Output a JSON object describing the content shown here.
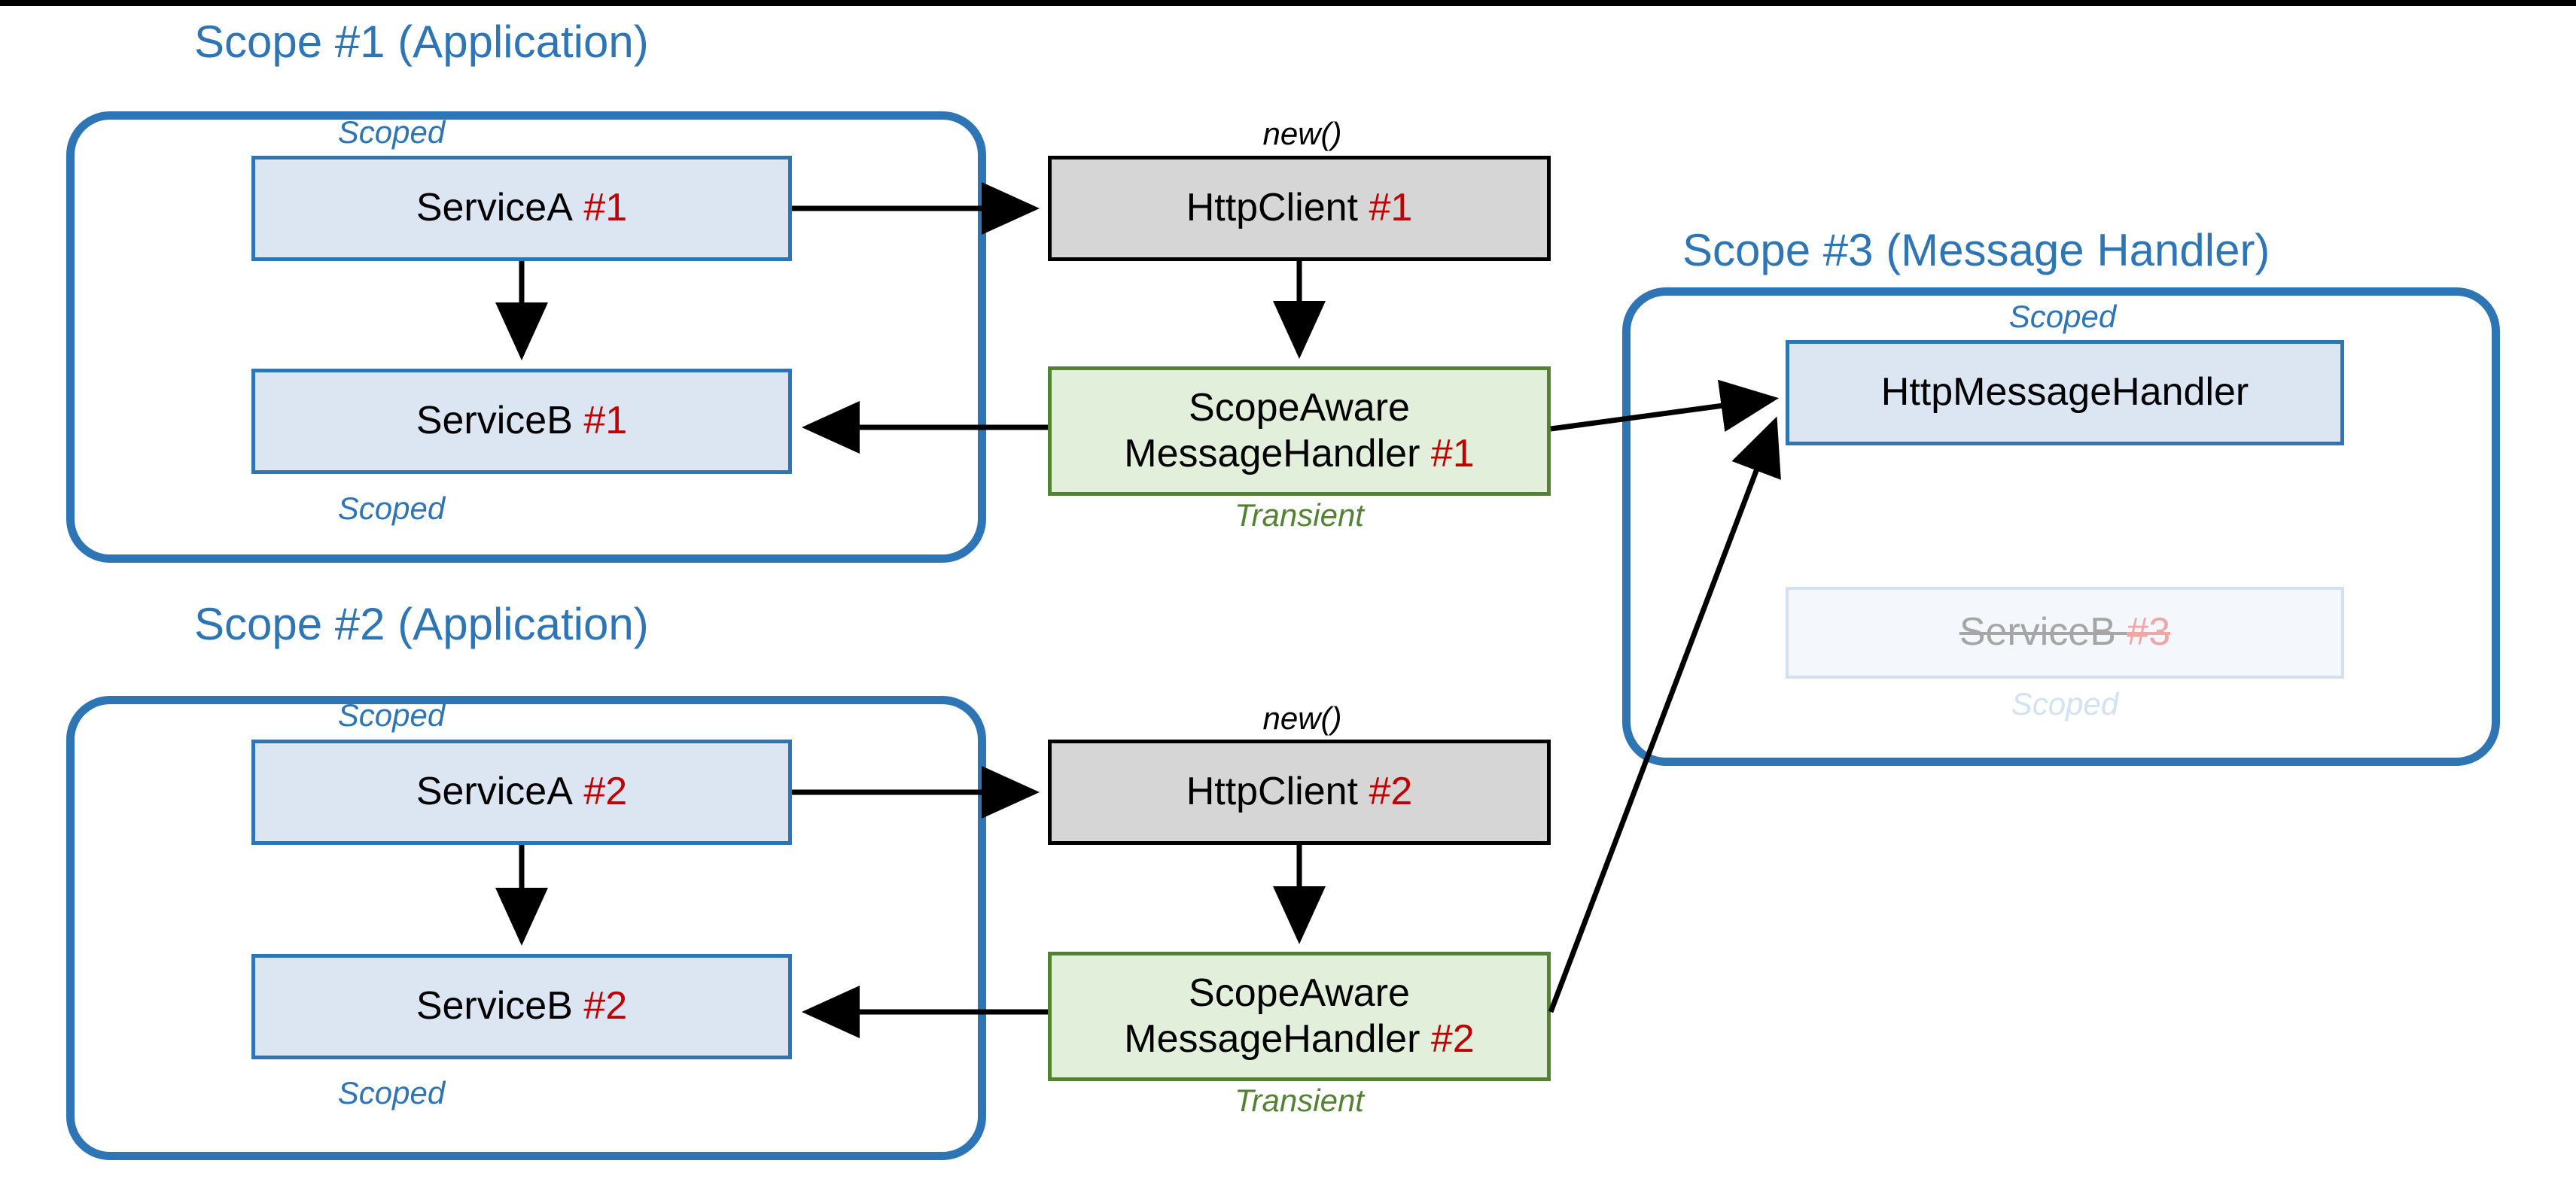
{
  "diagram": {
    "title": "HttpClient / ScopeAwareMessageHandler dependency injection scope diagram",
    "colors": {
      "scope_border": "#2E75B6",
      "scope_title": "#2E75B6",
      "service_fill": "#DCE6F3",
      "service_border": "#2E75B6",
      "httpclient_fill": "#D6D6D6",
      "httpclient_border": "#000000",
      "handler_fill": "#E2EFDA",
      "handler_border": "#548235",
      "index_red": "#C00000",
      "transient_green": "#548235",
      "ghost_gray": "#A6A6A6",
      "ghost_red": "#F0A6A6",
      "arrow": "#000000"
    },
    "scopes": [
      {
        "id": "scope1",
        "title": "Scope #1 (Application)"
      },
      {
        "id": "scope2",
        "title": "Scope #2 (Application)"
      },
      {
        "id": "scope3",
        "title": "Scope #3 (Message Handler)"
      }
    ],
    "nodes": [
      {
        "id": "serviceA1",
        "label": "ServiceA",
        "index": "#1",
        "lifetime": "Scoped",
        "lifetime_position": "above",
        "kind": "service"
      },
      {
        "id": "serviceB1",
        "label": "ServiceB",
        "index": "#1",
        "lifetime": "Scoped",
        "lifetime_position": "below",
        "kind": "service"
      },
      {
        "id": "httpClient1",
        "label": "HttpClient",
        "index": "#1",
        "lifetime": "new()",
        "lifetime_position": "above",
        "kind": "httpclient"
      },
      {
        "id": "handler1",
        "label_line1": "ScopeAware",
        "label_line2": "MessageHandler",
        "index": "#1",
        "lifetime": "Transient",
        "lifetime_position": "below",
        "kind": "handler"
      },
      {
        "id": "serviceA2",
        "label": "ServiceA",
        "index": "#2",
        "lifetime": "Scoped",
        "lifetime_position": "above",
        "kind": "service"
      },
      {
        "id": "serviceB2",
        "label": "ServiceB",
        "index": "#2",
        "lifetime": "Scoped",
        "lifetime_position": "below",
        "kind": "service"
      },
      {
        "id": "httpClient2",
        "label": "HttpClient",
        "index": "#2",
        "lifetime": "new()",
        "lifetime_position": "above",
        "kind": "httpclient"
      },
      {
        "id": "handler2",
        "label_line1": "ScopeAware",
        "label_line2": "MessageHandler",
        "index": "#2",
        "lifetime": "Transient",
        "lifetime_position": "below",
        "kind": "handler"
      },
      {
        "id": "httpMessageHandler",
        "label": "HttpMessageHandler",
        "index": "",
        "lifetime": "Scoped",
        "lifetime_position": "above",
        "kind": "service"
      },
      {
        "id": "serviceB3",
        "label": "ServiceB",
        "index": "#3",
        "lifetime": "Scoped",
        "lifetime_position": "below",
        "kind": "ghost-service",
        "struck_out": true
      }
    ],
    "edges": [
      {
        "from": "serviceA1",
        "to": "httpClient1"
      },
      {
        "from": "serviceA1",
        "to": "serviceB1"
      },
      {
        "from": "httpClient1",
        "to": "handler1"
      },
      {
        "from": "handler1",
        "to": "serviceB1"
      },
      {
        "from": "handler1",
        "to": "httpMessageHandler"
      },
      {
        "from": "serviceA2",
        "to": "httpClient2"
      },
      {
        "from": "serviceA2",
        "to": "serviceB2"
      },
      {
        "from": "httpClient2",
        "to": "handler2"
      },
      {
        "from": "handler2",
        "to": "serviceB2"
      },
      {
        "from": "handler2",
        "to": "httpMessageHandler"
      }
    ]
  }
}
